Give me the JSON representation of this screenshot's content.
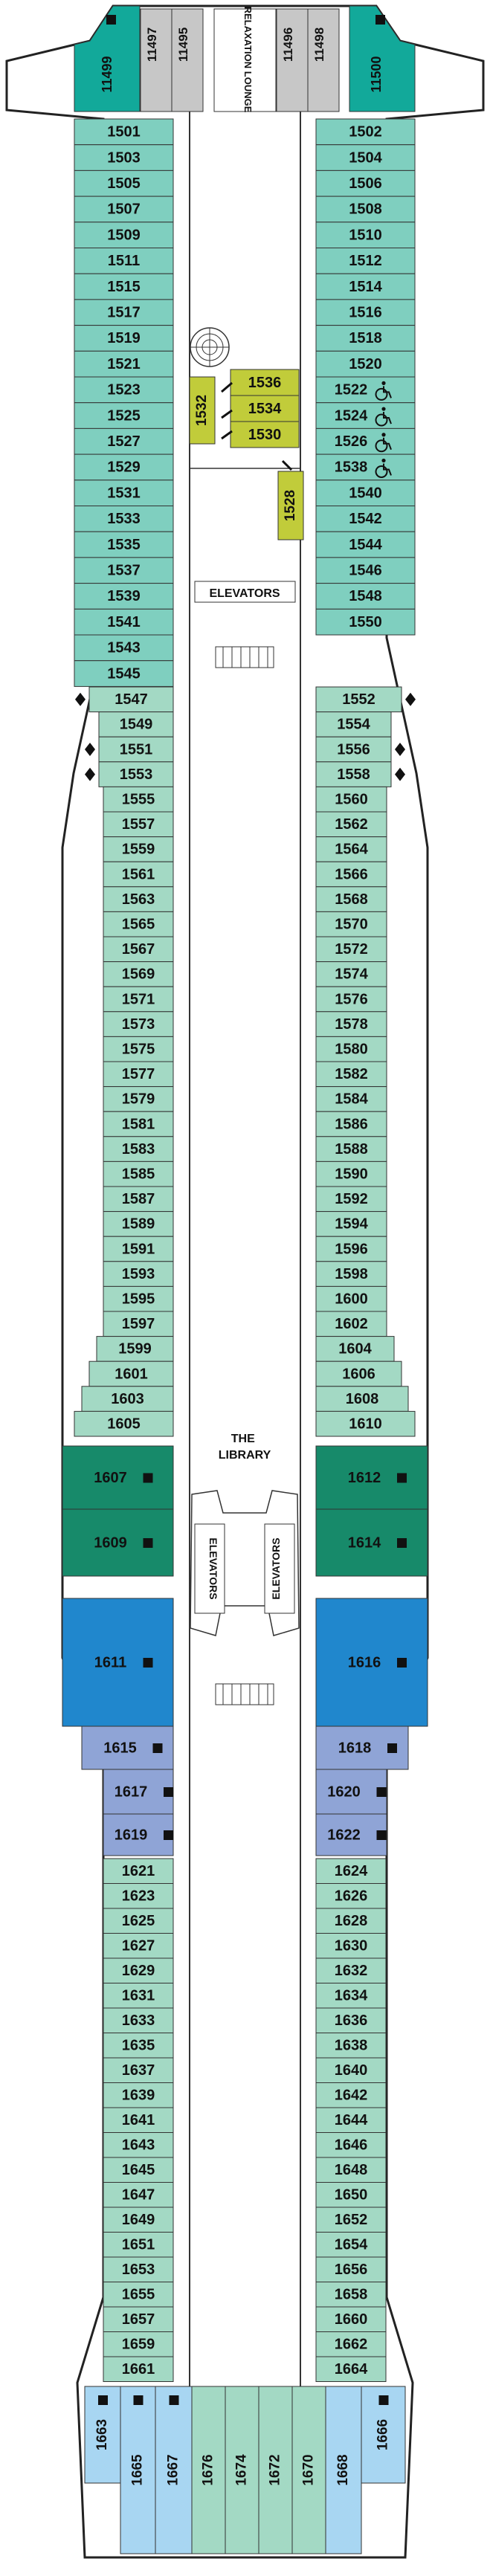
{
  "colors": {
    "teal": "#7fcfbf",
    "teal_dark": "#12a99a",
    "mint": "#a3d9c4",
    "green_dark": "#178a6a",
    "blue": "#2087cd",
    "periwinkle": "#8fa4d6",
    "light_blue": "#a8d6f2",
    "olive": "#c1cc3a",
    "grey": "#c7c7c7"
  },
  "labels": {
    "relaxation_lounge": "RELAXATION LOUNGE",
    "elevators": "ELEVATORS",
    "library": "THE LIBRARY"
  },
  "icons": {
    "suite_marker": "black-square",
    "accessible": "wheelchair",
    "stairs": "spiral-staircase",
    "connecting": "black-diamond"
  },
  "top": {
    "lounge_cabins_left": [
      "11497",
      "11495"
    ],
    "lounge_cabins_right": [
      "11496",
      "11498"
    ],
    "corner_left": "11499",
    "corner_right": "11500"
  },
  "forward_left": [
    "1501",
    "1503",
    "1505",
    "1507",
    "1509",
    "1511",
    "1515",
    "1517",
    "1519",
    "1521",
    "1523",
    "1525",
    "1527",
    "1529",
    "1531",
    "1533",
    "1535",
    "1537",
    "1539",
    "1541",
    "1543",
    "1545"
  ],
  "forward_right": [
    "1502",
    "1504",
    "1506",
    "1508",
    "1510",
    "1512",
    "1514",
    "1516",
    "1518",
    "1520",
    "1522",
    "1524",
    "1526",
    "1538",
    "1540",
    "1542",
    "1544",
    "1546",
    "1548",
    "1550"
  ],
  "accessible_cabins": [
    "1522",
    "1524",
    "1526",
    "1538"
  ],
  "inner_olive": [
    "1536",
    "1534",
    "1530",
    "1532",
    "1528"
  ],
  "mid_left": [
    "1547",
    "1549",
    "1551",
    "1553",
    "1555",
    "1557",
    "1559",
    "1561",
    "1563",
    "1565",
    "1567",
    "1569",
    "1571",
    "1573",
    "1575",
    "1577",
    "1579",
    "1581",
    "1583",
    "1585",
    "1587",
    "1589",
    "1591",
    "1593",
    "1595",
    "1597",
    "1599",
    "1601",
    "1603",
    "1605"
  ],
  "mid_right": [
    "1552",
    "1554",
    "1556",
    "1558",
    "1560",
    "1562",
    "1564",
    "1566",
    "1568",
    "1570",
    "1572",
    "1574",
    "1576",
    "1578",
    "1580",
    "1582",
    "1584",
    "1586",
    "1588",
    "1590",
    "1592",
    "1594",
    "1596",
    "1598",
    "1600",
    "1602",
    "1604",
    "1606",
    "1608",
    "1610"
  ],
  "connecting_cabins": [
    "1547",
    "1551",
    "1553",
    "1552",
    "1556",
    "1558"
  ],
  "suites_left": [
    "1607",
    "1609",
    "1611",
    "1615",
    "1617",
    "1619"
  ],
  "suites_right": [
    "1612",
    "1614",
    "1616",
    "1618",
    "1620",
    "1622"
  ],
  "aft_left": [
    "1621",
    "1623",
    "1625",
    "1627",
    "1629",
    "1631",
    "1633",
    "1635",
    "1637",
    "1639",
    "1641",
    "1643",
    "1645",
    "1647",
    "1649",
    "1651",
    "1653",
    "1655",
    "1657",
    "1659",
    "1661"
  ],
  "aft_right": [
    "1624",
    "1626",
    "1628",
    "1630",
    "1632",
    "1634",
    "1636",
    "1638",
    "1640",
    "1642",
    "1644",
    "1646",
    "1648",
    "1650",
    "1652",
    "1654",
    "1656",
    "1658",
    "1660",
    "1662",
    "1664"
  ],
  "stern": [
    "1663",
    "1665",
    "1667",
    "1676",
    "1674",
    "1672",
    "1670",
    "1668",
    "1666"
  ]
}
